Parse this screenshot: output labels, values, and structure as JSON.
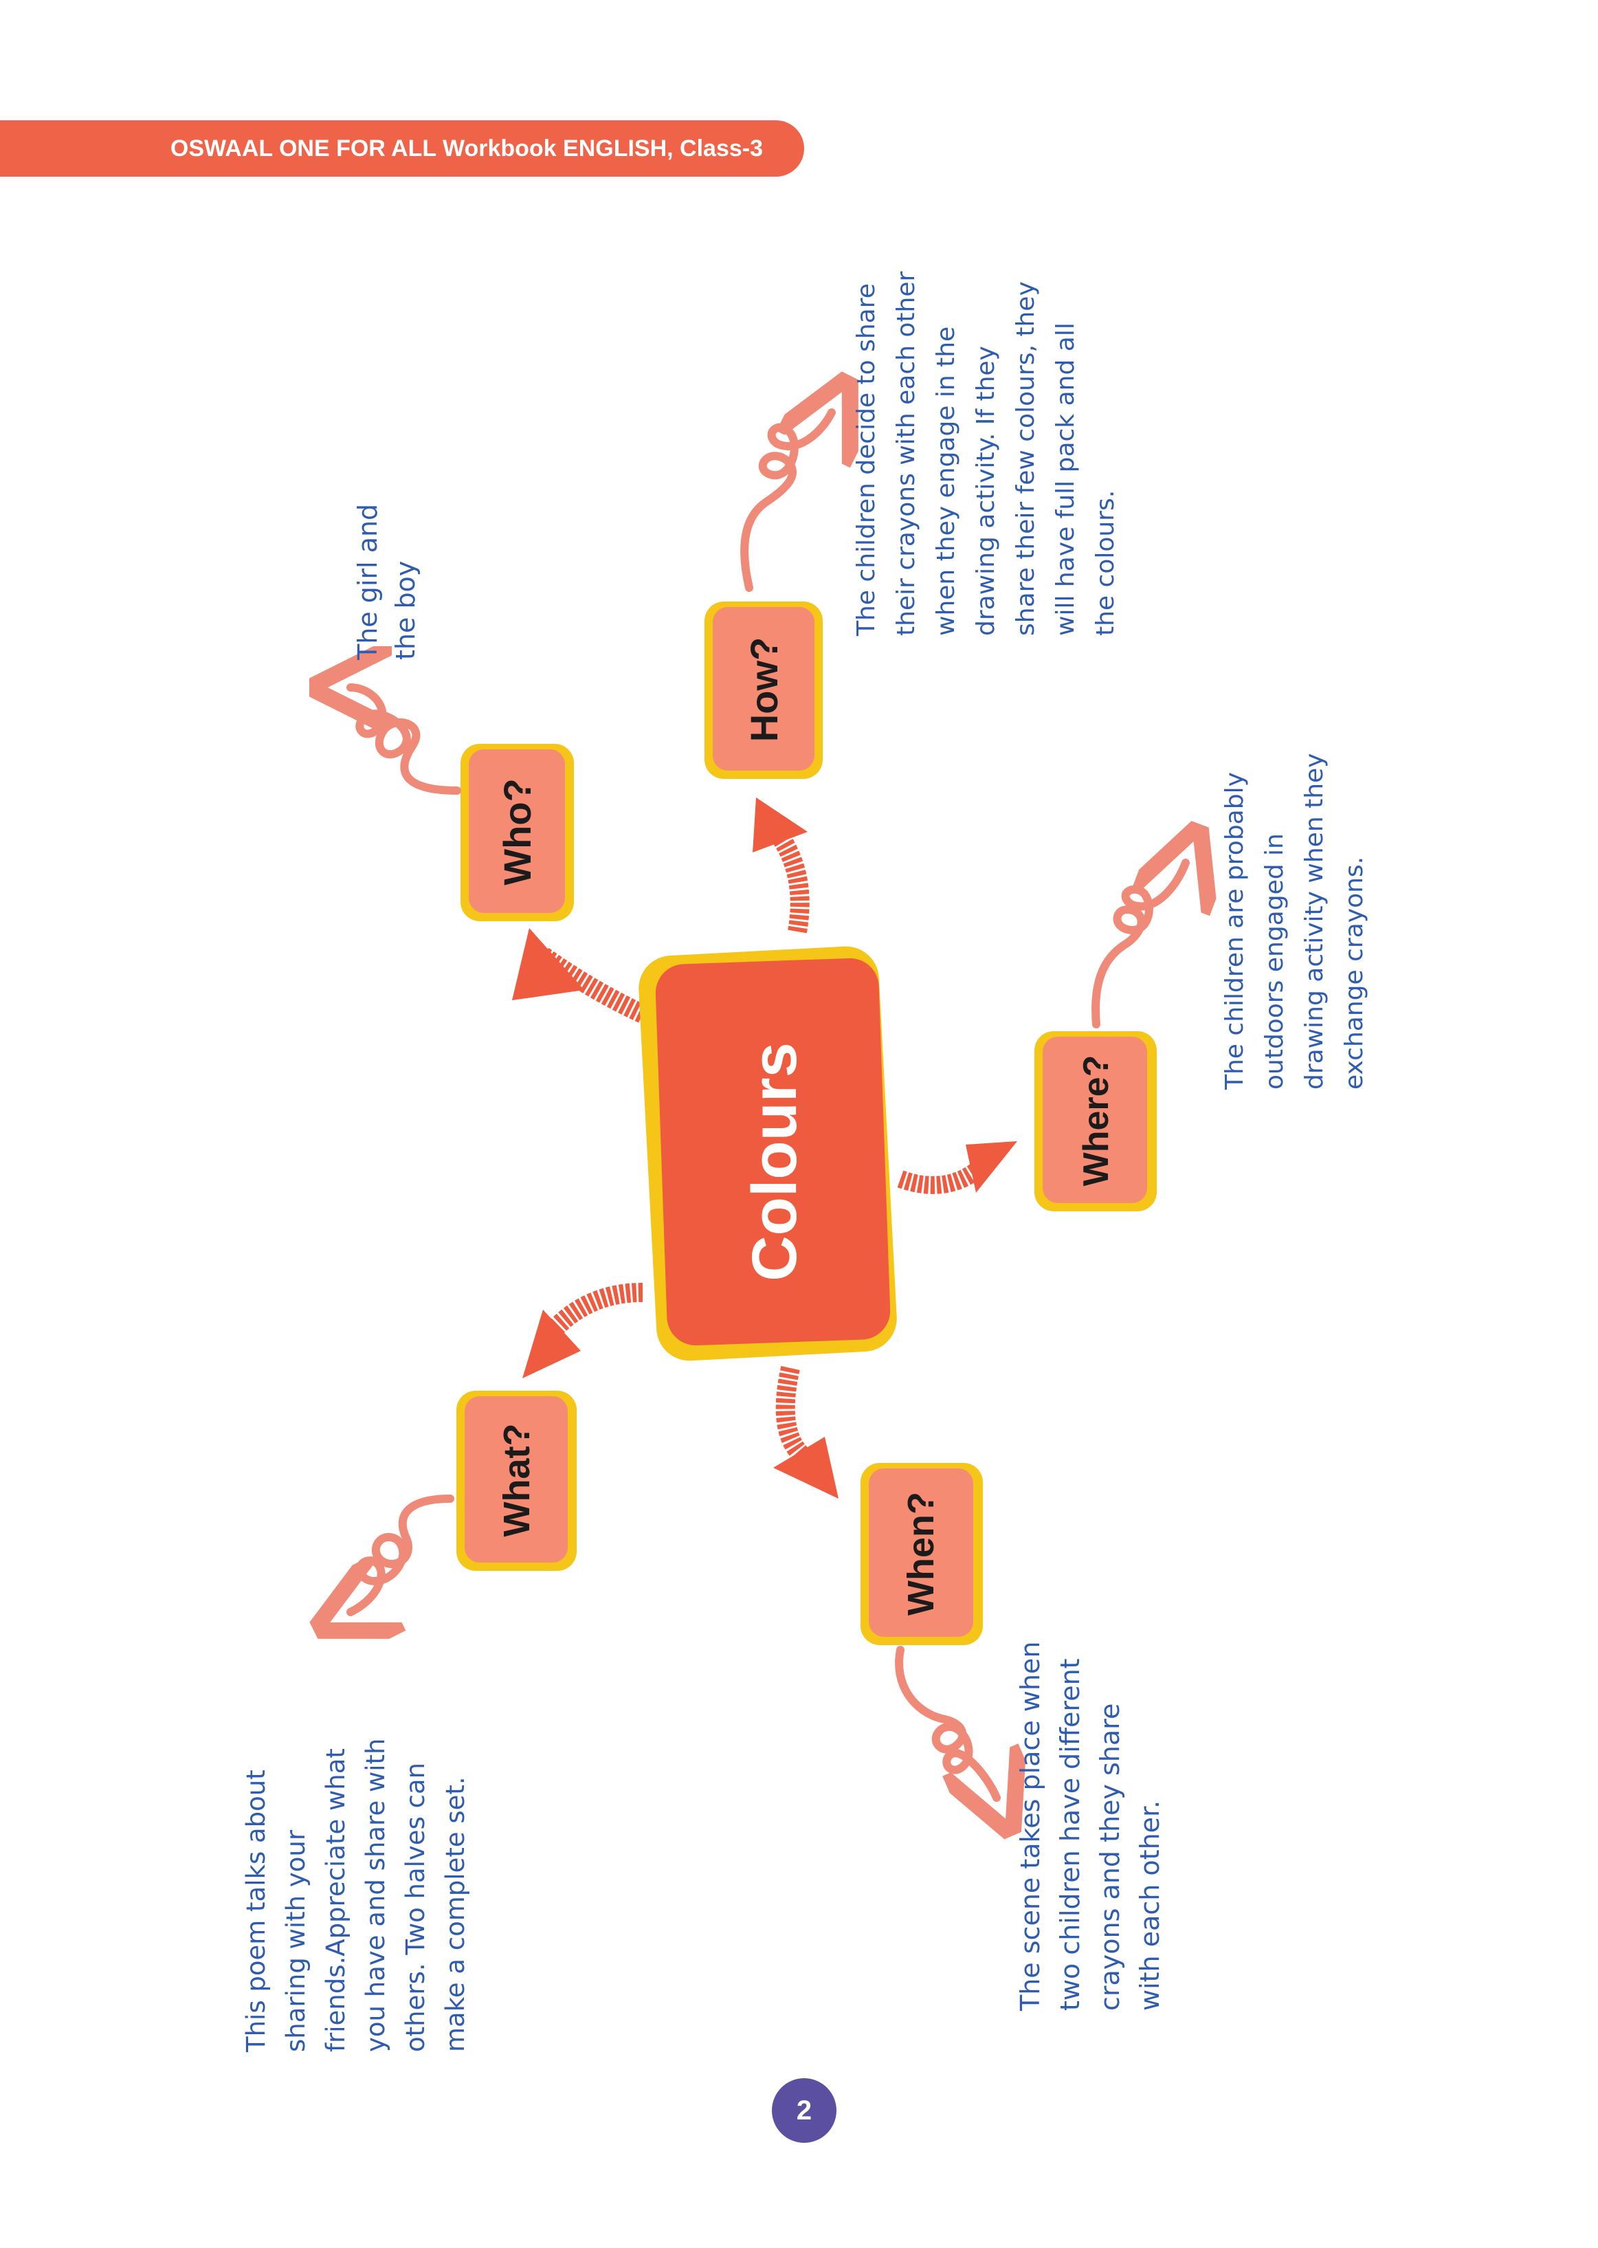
{
  "header": {
    "title": "OSWAAL ONE FOR ALL Workbook ENGLISH, Class-3"
  },
  "center": {
    "label": "Colours"
  },
  "nodes": {
    "who": {
      "label": "Who?",
      "note": [
        "The girl and",
        "the boy"
      ]
    },
    "how": {
      "label": "How?",
      "note": [
        "The children decide to share",
        "their crayons with each other",
        "when they engage in the",
        "drawing activity. If they",
        "share their few colours, they",
        "will have full pack and all",
        "the colours."
      ]
    },
    "where": {
      "label": "Where?",
      "note": [
        "The children are probably",
        "outdoors engaged in",
        "drawing activity when they",
        "exchange crayons."
      ]
    },
    "what": {
      "label": "What?",
      "note": [
        "This poem talks about",
        "sharing with your",
        "friends.Appreciate what",
        "you have and share with",
        "others. Two halves can",
        "make a complete set."
      ]
    },
    "when": {
      "label": "When?",
      "note": [
        "The scene takes place when",
        "two children have different",
        "crayons and they share",
        "with each other."
      ]
    }
  },
  "footer": {
    "page_number": "2"
  },
  "colors": {
    "header": "#ef6448",
    "center_box": "#ef5b3f",
    "node_box": "#f58b72",
    "outline": "#f5c518",
    "arrow": "#ef5b3f",
    "squiggle": "#f08a78",
    "note_text": "#2f5cae",
    "page_circle": "#5a4fa1"
  },
  "icons": [
    "arrow-icon",
    "squiggle-arrow-icon"
  ]
}
